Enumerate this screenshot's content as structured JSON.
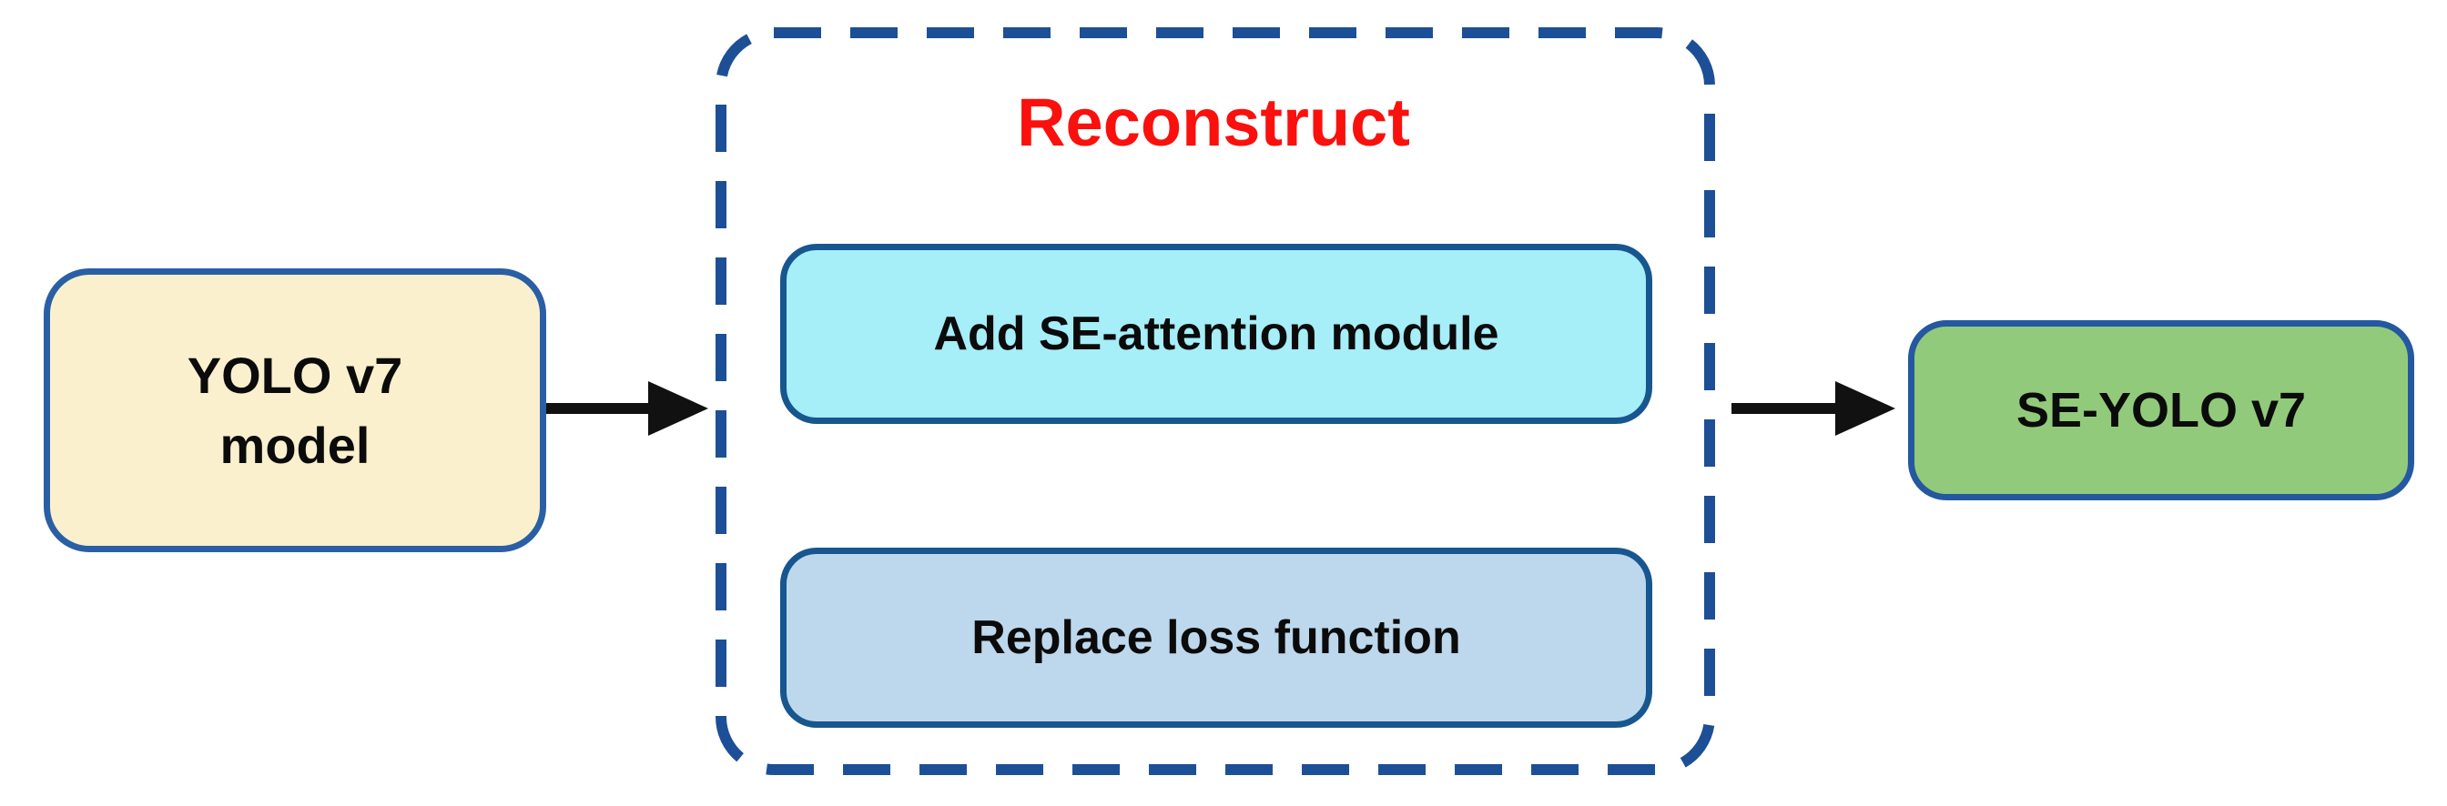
{
  "figure": {
    "type": "flow-diagram",
    "group_title": "Reconstruct",
    "nodes": {
      "input": {
        "label": "YOLO v7\nmodel",
        "bg": "#faf0ce",
        "border": "#2a5fa5"
      },
      "step1": {
        "label": "Add SE-attention module",
        "bg": "#a6eef8",
        "border": "#17568f"
      },
      "step2": {
        "label": "Replace loss function",
        "bg": "#bdd8ed",
        "border": "#17568f"
      },
      "output": {
        "label": "SE-YOLO v7",
        "bg": "#92ca7b",
        "border": "#2458a0"
      }
    },
    "edges": [
      {
        "from": "input",
        "to": "reconstruct-group",
        "style": "solid-arrow"
      },
      {
        "from": "reconstruct-group",
        "to": "output",
        "style": "solid-arrow"
      }
    ],
    "colors": {
      "title": "#fa100d",
      "dashed_border": "#1d4f96",
      "arrow": "#111111",
      "background": "#ffffff"
    }
  }
}
